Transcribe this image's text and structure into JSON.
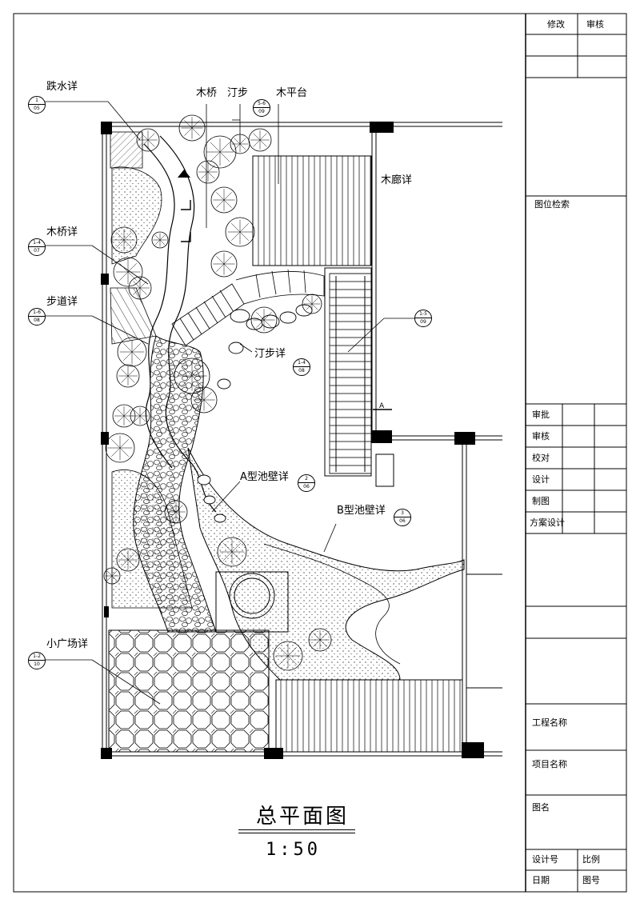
{
  "drawing": {
    "title": "总平面图",
    "scale": "1:50"
  },
  "labels": {
    "diaoshui": "跌水详",
    "muqiao_xiang": "木桥详",
    "budao": "步道详",
    "xiaoguangchang": "小广场详",
    "muqiao": "木桥",
    "tingbu": "汀步",
    "mupingtai": "木平台",
    "mulang": "木廊详",
    "tingbu_xiang": "汀步详",
    "a_chibi": "A型池壁详",
    "b_chibi": "B型池壁详",
    "section_a": "A"
  },
  "refs": {
    "diaoshui": {
      "top": "1",
      "bottom": "05"
    },
    "muqiao_xiang": {
      "top": "1-4",
      "bottom": "07"
    },
    "budao": {
      "top": "1-6",
      "bottom": "08"
    },
    "xiaoguangchang": {
      "top": "1-2",
      "bottom": "10"
    },
    "tingbu": {
      "top": "5-6",
      "bottom": "09"
    },
    "tingbu_xiang": {
      "top": "1-4",
      "bottom": "08"
    },
    "a_chibi": {
      "top": "2",
      "bottom": "06"
    },
    "b_chibi": {
      "top": "3",
      "bottom": "06"
    },
    "mulang": {
      "top": "1-5",
      "bottom": "09"
    }
  },
  "title_block": {
    "revision": "修改",
    "review_top": "审核",
    "index": "图位检索",
    "approve": "审批",
    "review": "审核",
    "proofread": "校对",
    "design": "设计",
    "drafting": "制图",
    "scheme_design": "方案设计",
    "project_name": "工程名称",
    "item_name": "项目名称",
    "drawing_name": "图名",
    "design_no": "设计号",
    "ratio": "比例",
    "date": "日期",
    "drawing_no": "图号"
  }
}
